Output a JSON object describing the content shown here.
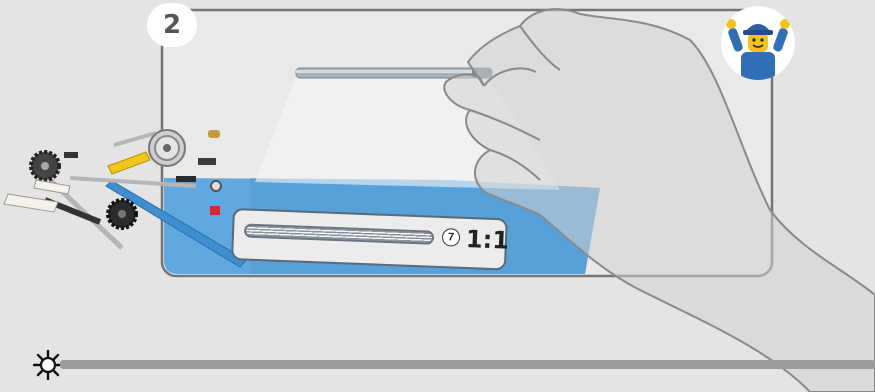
{
  "step": {
    "number": "2"
  },
  "scale_callout": {
    "length_number": "7",
    "ratio": "1:1"
  },
  "icons": {
    "bricks": "lego-parts-icon",
    "hand": "hand-holding-axle-icon",
    "minifigure": "minifigure-icon",
    "tip": "sun-tip-icon"
  },
  "colors": {
    "background": "#e4e4e4",
    "mat_blue": "#5aa6de",
    "frame": "#777777",
    "axle": "#9aa3aa"
  }
}
